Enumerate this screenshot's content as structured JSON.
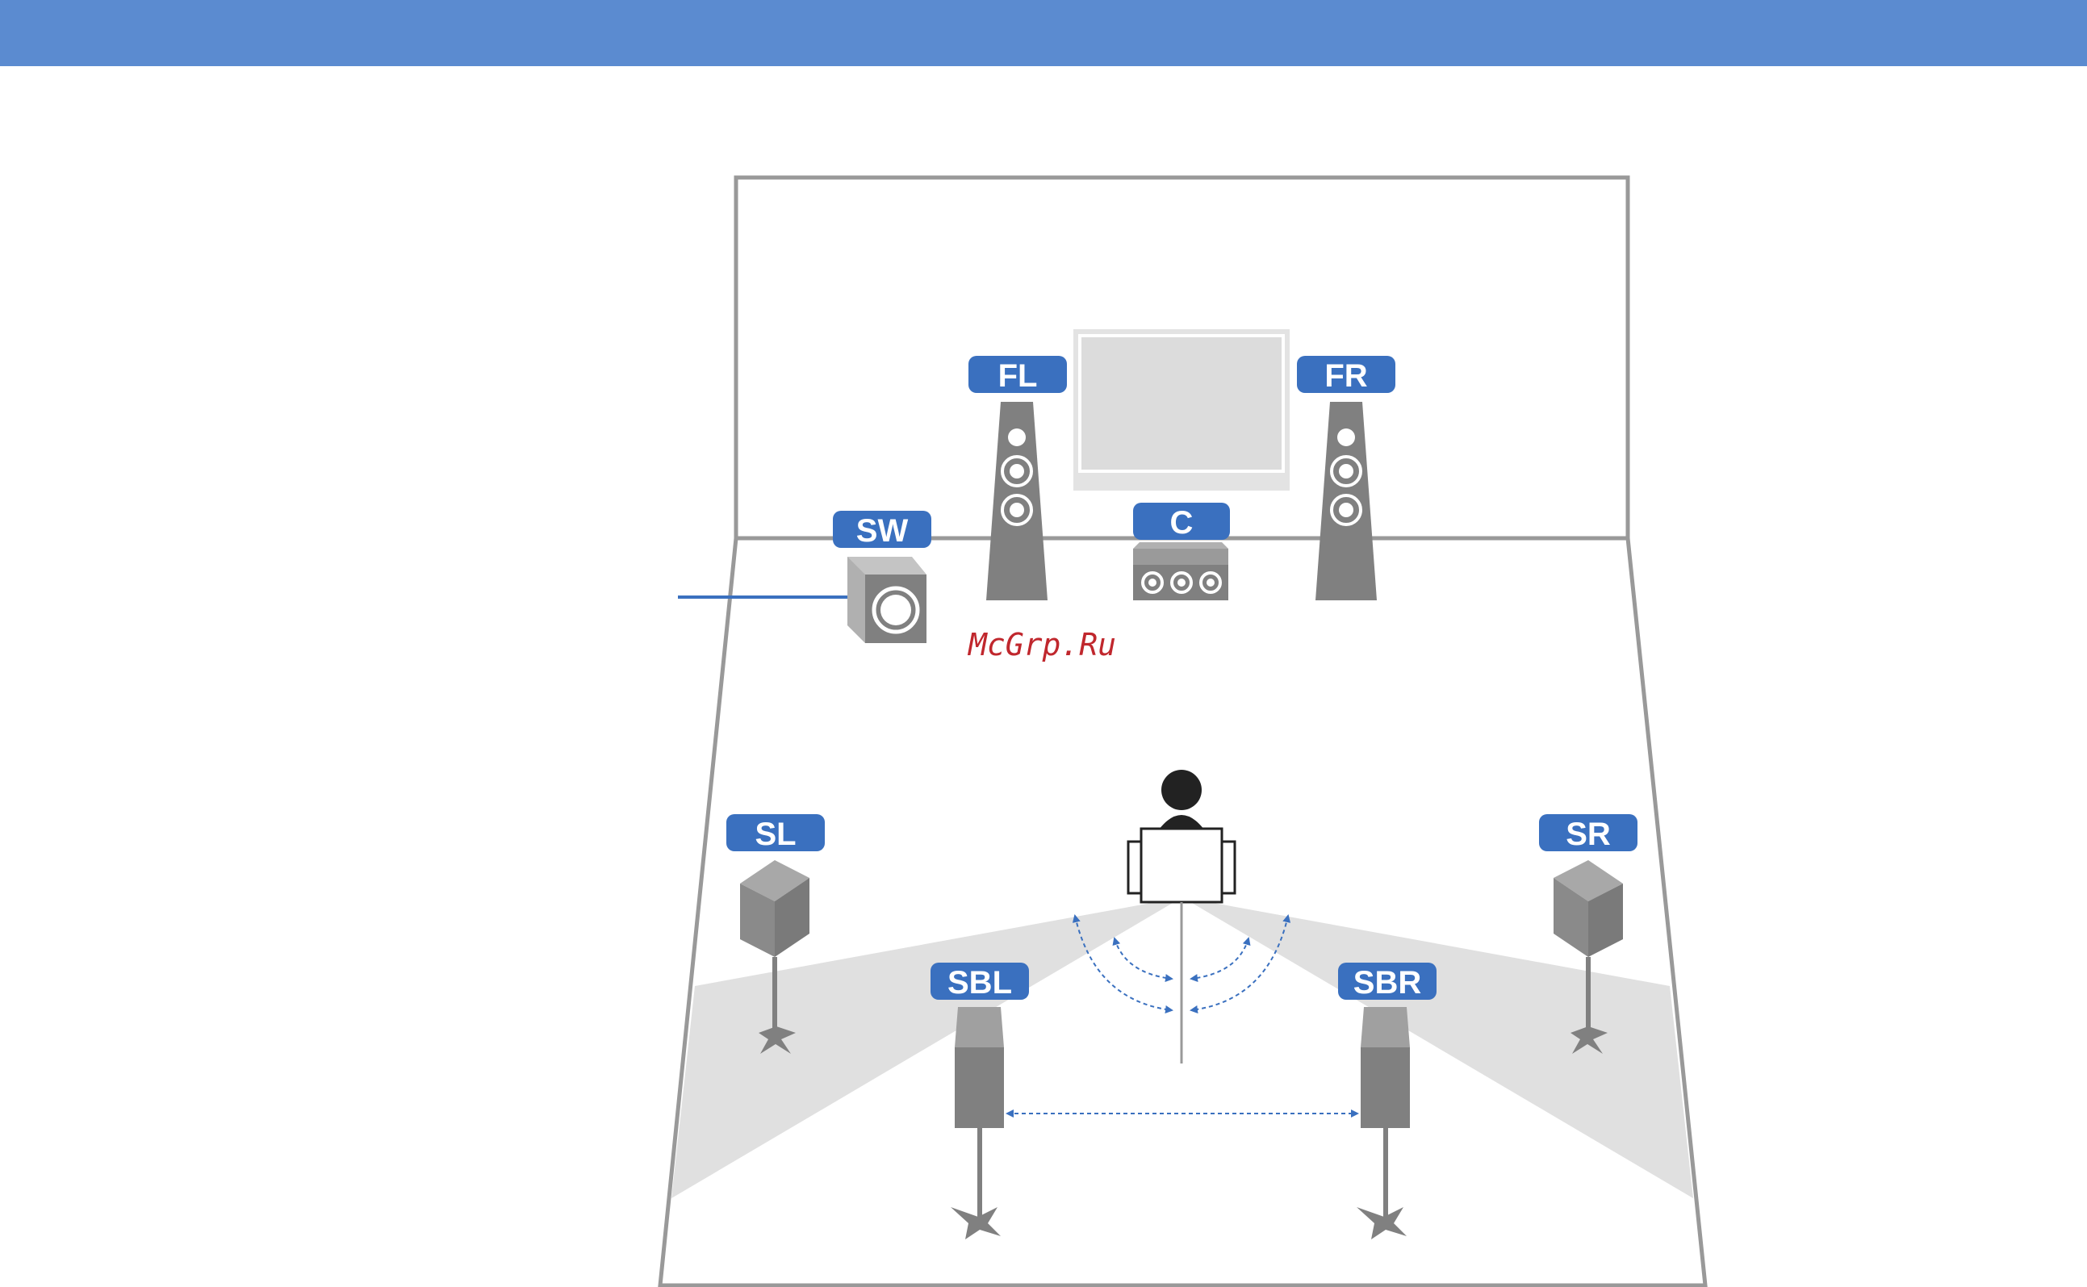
{
  "header": {
    "color": "#5b8bd0"
  },
  "colors": {
    "label_bg": "#3a70bf",
    "speaker": "#808080",
    "room_line": "#999999",
    "coverage": "#e0e0e0",
    "arrow": "#3a70bf",
    "watermark": "#c0272d"
  },
  "speakers": {
    "fl": {
      "label": "FL",
      "icon": "tower-speaker-icon"
    },
    "fr": {
      "label": "FR",
      "icon": "tower-speaker-icon"
    },
    "c": {
      "label": "C",
      "icon": "center-speaker-icon"
    },
    "sw": {
      "label": "SW",
      "icon": "subwoofer-icon"
    },
    "sl": {
      "label": "SL",
      "icon": "bookshelf-speaker-icon"
    },
    "sr": {
      "label": "SR",
      "icon": "bookshelf-speaker-icon"
    },
    "sbl": {
      "label": "SBL",
      "icon": "stand-speaker-icon"
    },
    "sbr": {
      "label": "SBR",
      "icon": "stand-speaker-icon"
    }
  },
  "tv": {
    "icon": "tv-icon"
  },
  "listener": {
    "icon": "listener-icon"
  },
  "watermark": "McGrp.Ru"
}
